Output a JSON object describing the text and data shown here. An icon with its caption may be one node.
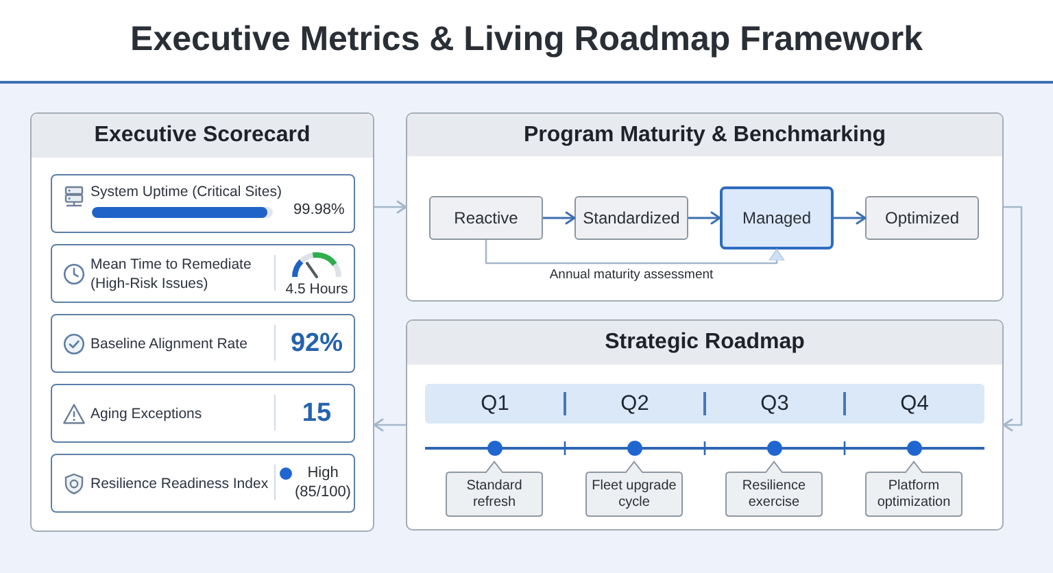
{
  "diagram": {
    "title": "Executive Metrics & Living Roadmap Framework",
    "nodes": [
      {
        "text": [
          "Executive Scorecard"
        ]
      },
      {
        "text": [
          "System Uptime (Critical Sites)",
          "99.98%"
        ],
        "in": 0
      },
      {
        "text": [
          "Mean Time to Remediate (High-Risk Issues)",
          "4.5 Hours"
        ],
        "in": 0
      },
      {
        "text": [
          "Baseline Alignment Rate",
          "92%"
        ],
        "in": 0
      },
      {
        "text": [
          "Aging Exceptions",
          "15"
        ],
        "in": 0
      },
      {
        "text": [
          "Resilience Readiness Index",
          "High (85/100)"
        ],
        "in": 0
      },
      {
        "text": [
          "Program Maturity & Benchmarking"
        ]
      },
      {
        "text": [
          "Reactive"
        ],
        "in": 6
      },
      {
        "text": [
          "Standardized"
        ],
        "in": 6
      },
      {
        "text": [
          "Managed"
        ],
        "in": 6
      },
      {
        "text": [
          "Optimized"
        ],
        "in": 6
      },
      {
        "text": [
          "Strategic Roadmap"
        ]
      },
      {
        "text": [
          "Q1",
          "Q2",
          "Q3",
          "Q4"
        ],
        "in": 11
      },
      {
        "text": [
          "Standard refresh"
        ],
        "in": 11
      },
      {
        "text": [
          "Fleet upgrade cycle"
        ],
        "in": 11
      },
      {
        "text": [
          "Resilience exercise"
        ],
        "in": 11
      },
      {
        "text": [
          "Platform optimization"
        ],
        "in": 11
      }
    ],
    "edges": [
      {
        "from": 0,
        "to": 6,
        "arrow": "to"
      },
      {
        "from": 7,
        "to": 8,
        "arrow": "to",
        "color": "#3c6fb1"
      },
      {
        "from": 8,
        "to": 9,
        "arrow": "to",
        "color": "#3c6fb1"
      },
      {
        "from": 9,
        "to": 10,
        "arrow": "to",
        "color": "#3c6fb1"
      },
      {
        "from": 7,
        "to": 9,
        "arrow": "to",
        "label": "Annual maturity assessment"
      },
      {
        "from": 6,
        "to": 11,
        "arrow": "to"
      },
      {
        "from": 11,
        "to": 0,
        "arrow": "to"
      }
    ]
  }
}
